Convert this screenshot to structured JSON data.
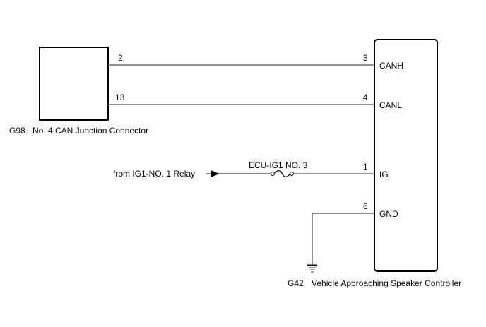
{
  "left_component": {
    "id": "G98",
    "name": "No. 4 CAN Junction Connector",
    "pins": [
      "2",
      "13"
    ]
  },
  "right_component": {
    "id": "G42",
    "name": "Vehicle Approaching Speaker Controller",
    "terminals": [
      {
        "pin": "3",
        "label": "CANH"
      },
      {
        "pin": "4",
        "label": "CANL"
      },
      {
        "pin": "1",
        "label": "IG"
      },
      {
        "pin": "6",
        "label": "GND"
      }
    ]
  },
  "power_source": {
    "label": "from IG1-NO. 1 Relay"
  },
  "fuse": {
    "label": "ECU-IG1 NO. 3"
  },
  "colors": {
    "wire": "#6e6e6e",
    "outline": "#000000"
  }
}
